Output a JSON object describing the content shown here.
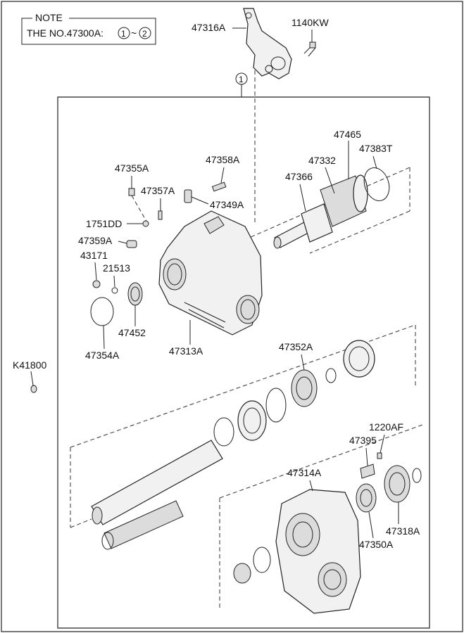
{
  "note": {
    "title": "NOTE",
    "text": "THE NO.47300A:",
    "range_start": "1",
    "range_sep": "~",
    "range_end": "2"
  },
  "group_marker": "1",
  "labels": {
    "p47316A": "47316A",
    "p1140KW": "1140KW",
    "p47465": "47465",
    "p47332": "47332",
    "p47383T": "47383T",
    "p47366": "47366",
    "p47355A": "47355A",
    "p47358A": "47358A",
    "p47357A": "47357A",
    "p47349A": "47349A",
    "p1751DD": "1751DD",
    "p47359A": "47359A",
    "p43171": "43171",
    "p21513": "21513",
    "p47452": "47452",
    "p47354A": "47354A",
    "p47313A": "47313A",
    "pK41800": "K41800",
    "p47352A": "47352A",
    "p1220AF": "1220AF",
    "p47395": "47395",
    "p47314A": "47314A",
    "p47318A": "47318A",
    "p47350A": "47350A"
  }
}
